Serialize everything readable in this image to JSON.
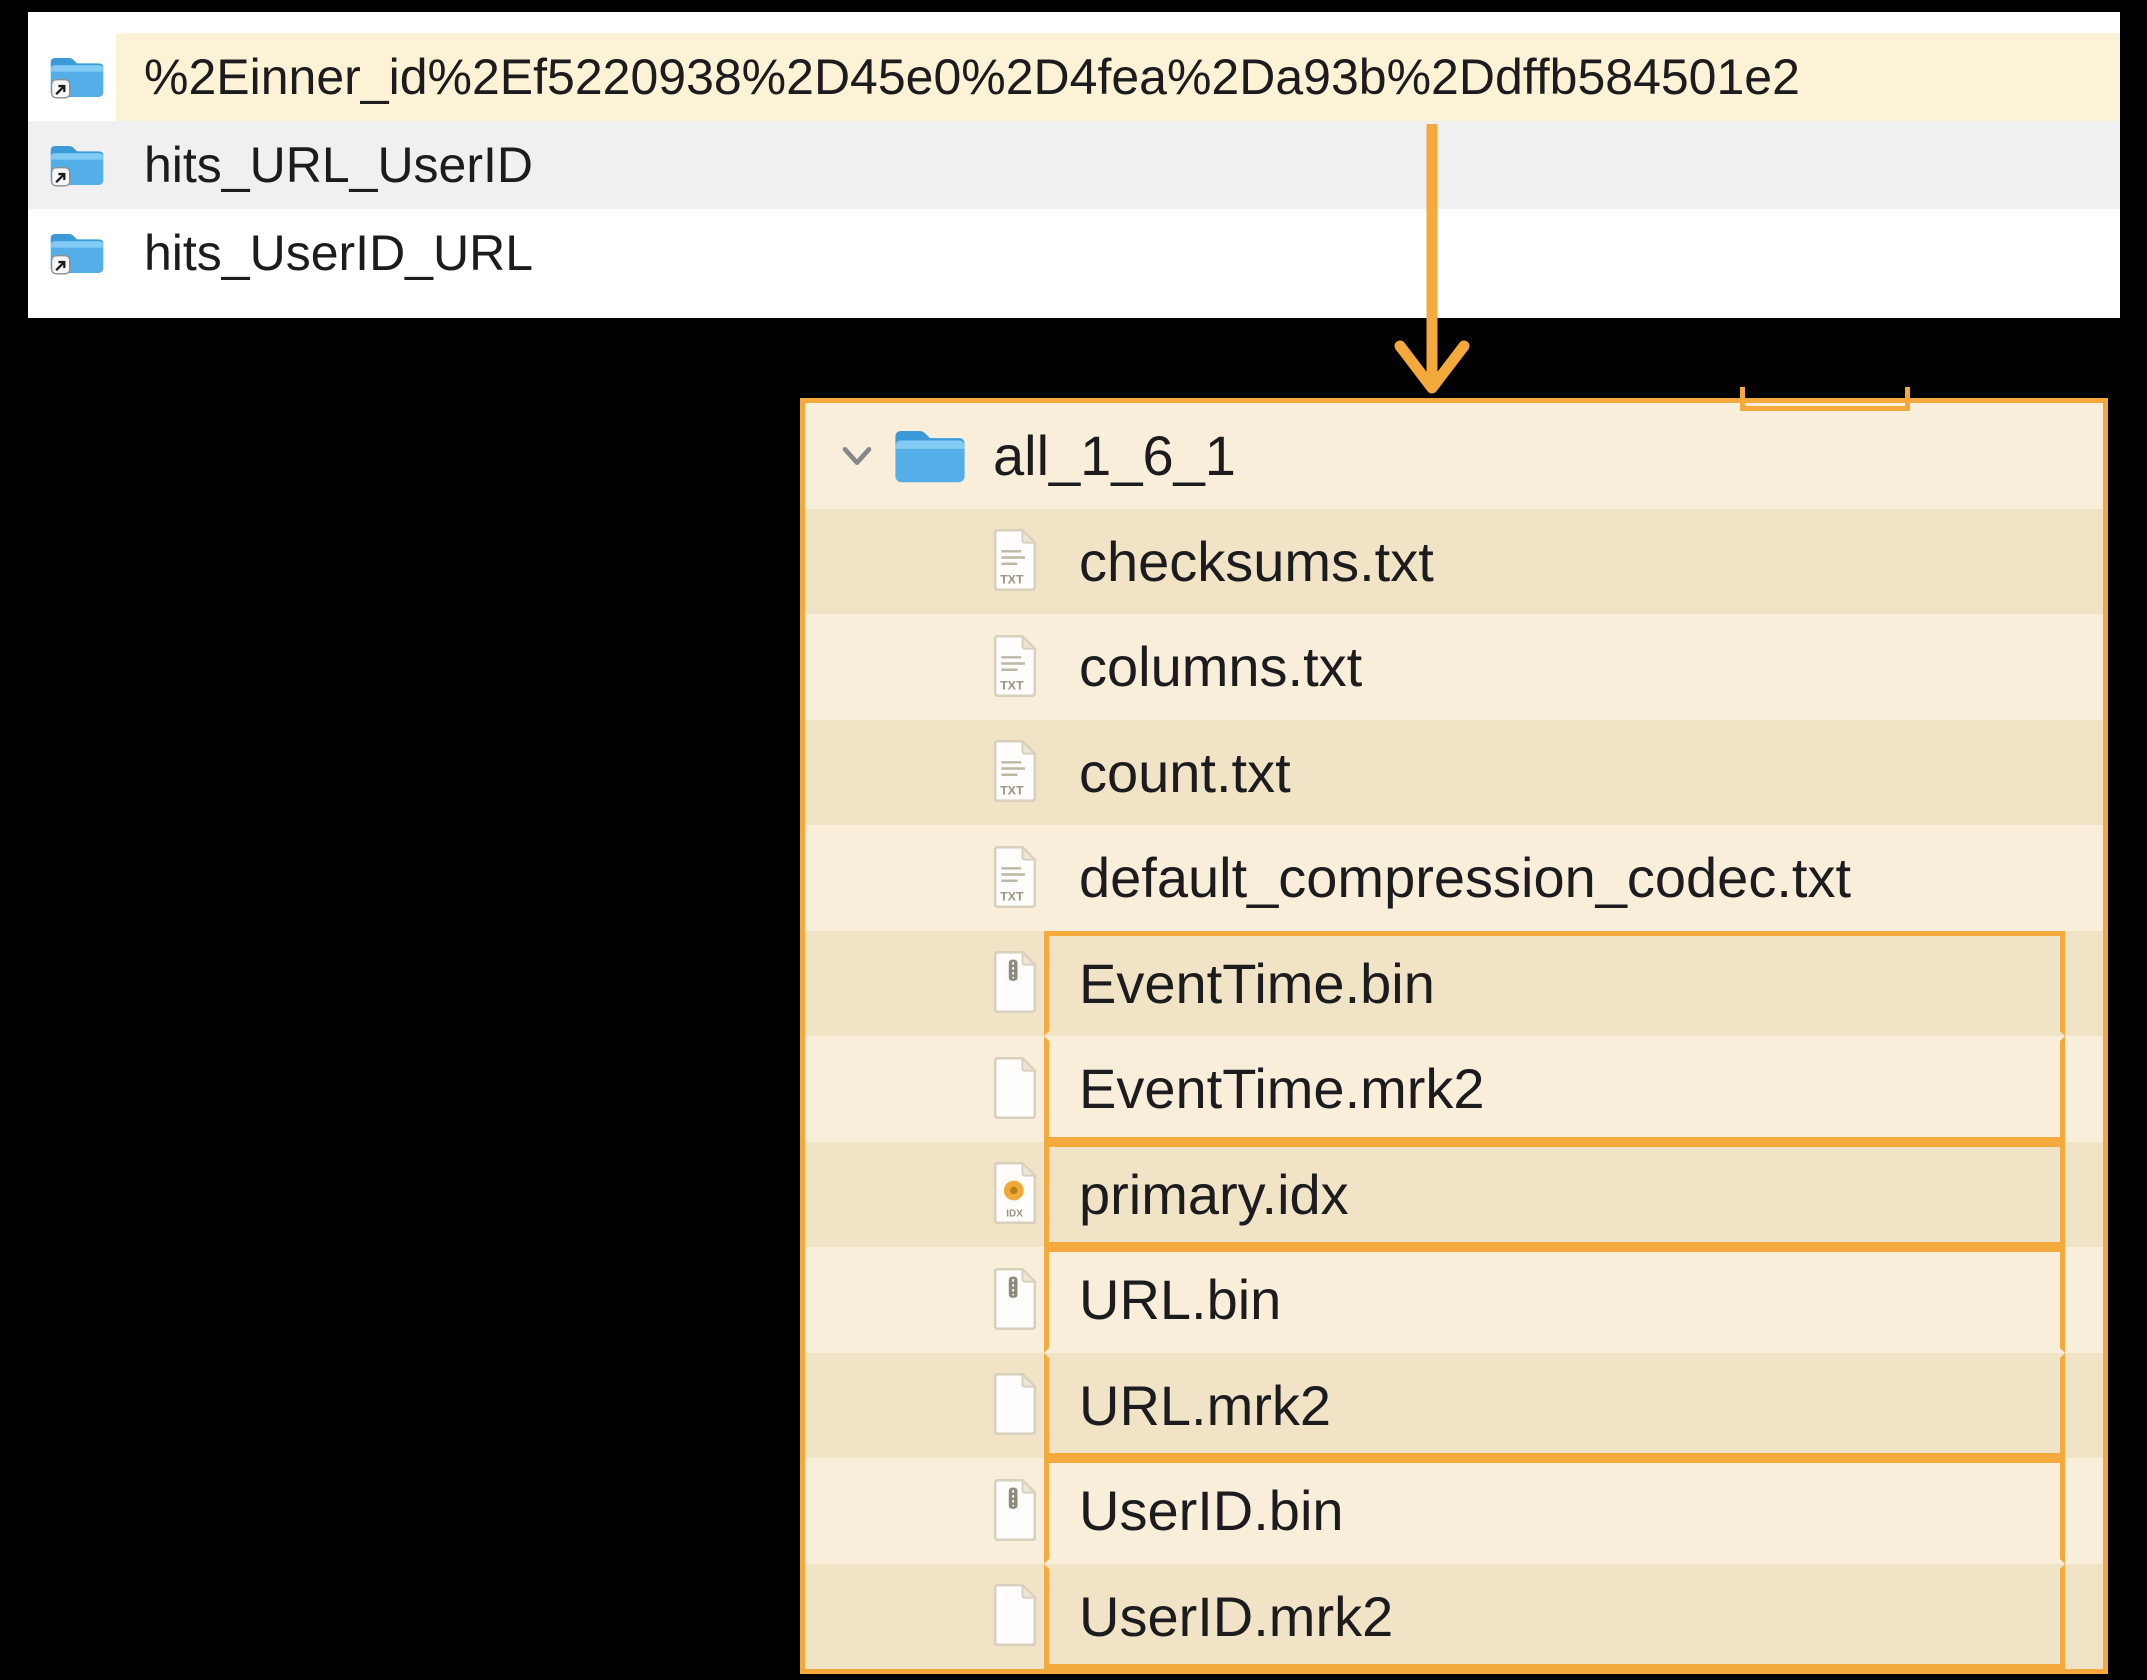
{
  "colors": {
    "accent": "#F3A93B",
    "highlight_cream": "#FCF2D6",
    "tree_bg_light": "#F8EEDA",
    "tree_bg_dark": "#F1E3C6",
    "finder_alt_row": "#F0F0F2",
    "folder_blue": "#54AFE9",
    "text": "#1c1c1e"
  },
  "annotations": {
    "arrow_icon": "arrow-down"
  },
  "finder": {
    "items": [
      {
        "label": "%2Einner_id%2Ef5220938%2D45e0%2D4fea%2Da93b%2Ddffb584501e2",
        "icon": "folder-alias",
        "highlighted": true
      },
      {
        "label": "hits_URL_UserID",
        "icon": "folder-alias",
        "highlighted": false
      },
      {
        "label": "hits_UserID_URL",
        "icon": "folder-alias",
        "highlighted": false
      }
    ]
  },
  "tree": {
    "root": {
      "label": "all_1_6_1",
      "icon": "folder",
      "expanded": true
    },
    "files": [
      {
        "label": "checksums.txt",
        "icon": "txt"
      },
      {
        "label": "columns.txt",
        "icon": "txt"
      },
      {
        "label": "count.txt",
        "icon": "txt"
      },
      {
        "label": "default_compression_codec.txt",
        "icon": "txt"
      },
      {
        "label": "EventTime.bin",
        "icon": "bin",
        "group": "EventTime"
      },
      {
        "label": "EventTime.mrk2",
        "icon": "plain",
        "group": "EventTime"
      },
      {
        "label": "primary.idx",
        "icon": "idx",
        "group": "primary"
      },
      {
        "label": "URL.bin",
        "icon": "bin",
        "group": "URL"
      },
      {
        "label": "URL.mrk2",
        "icon": "plain",
        "group": "URL"
      },
      {
        "label": "UserID.bin",
        "icon": "bin",
        "group": "UserID"
      },
      {
        "label": "UserID.mrk2",
        "icon": "plain",
        "group": "UserID"
      }
    ]
  }
}
